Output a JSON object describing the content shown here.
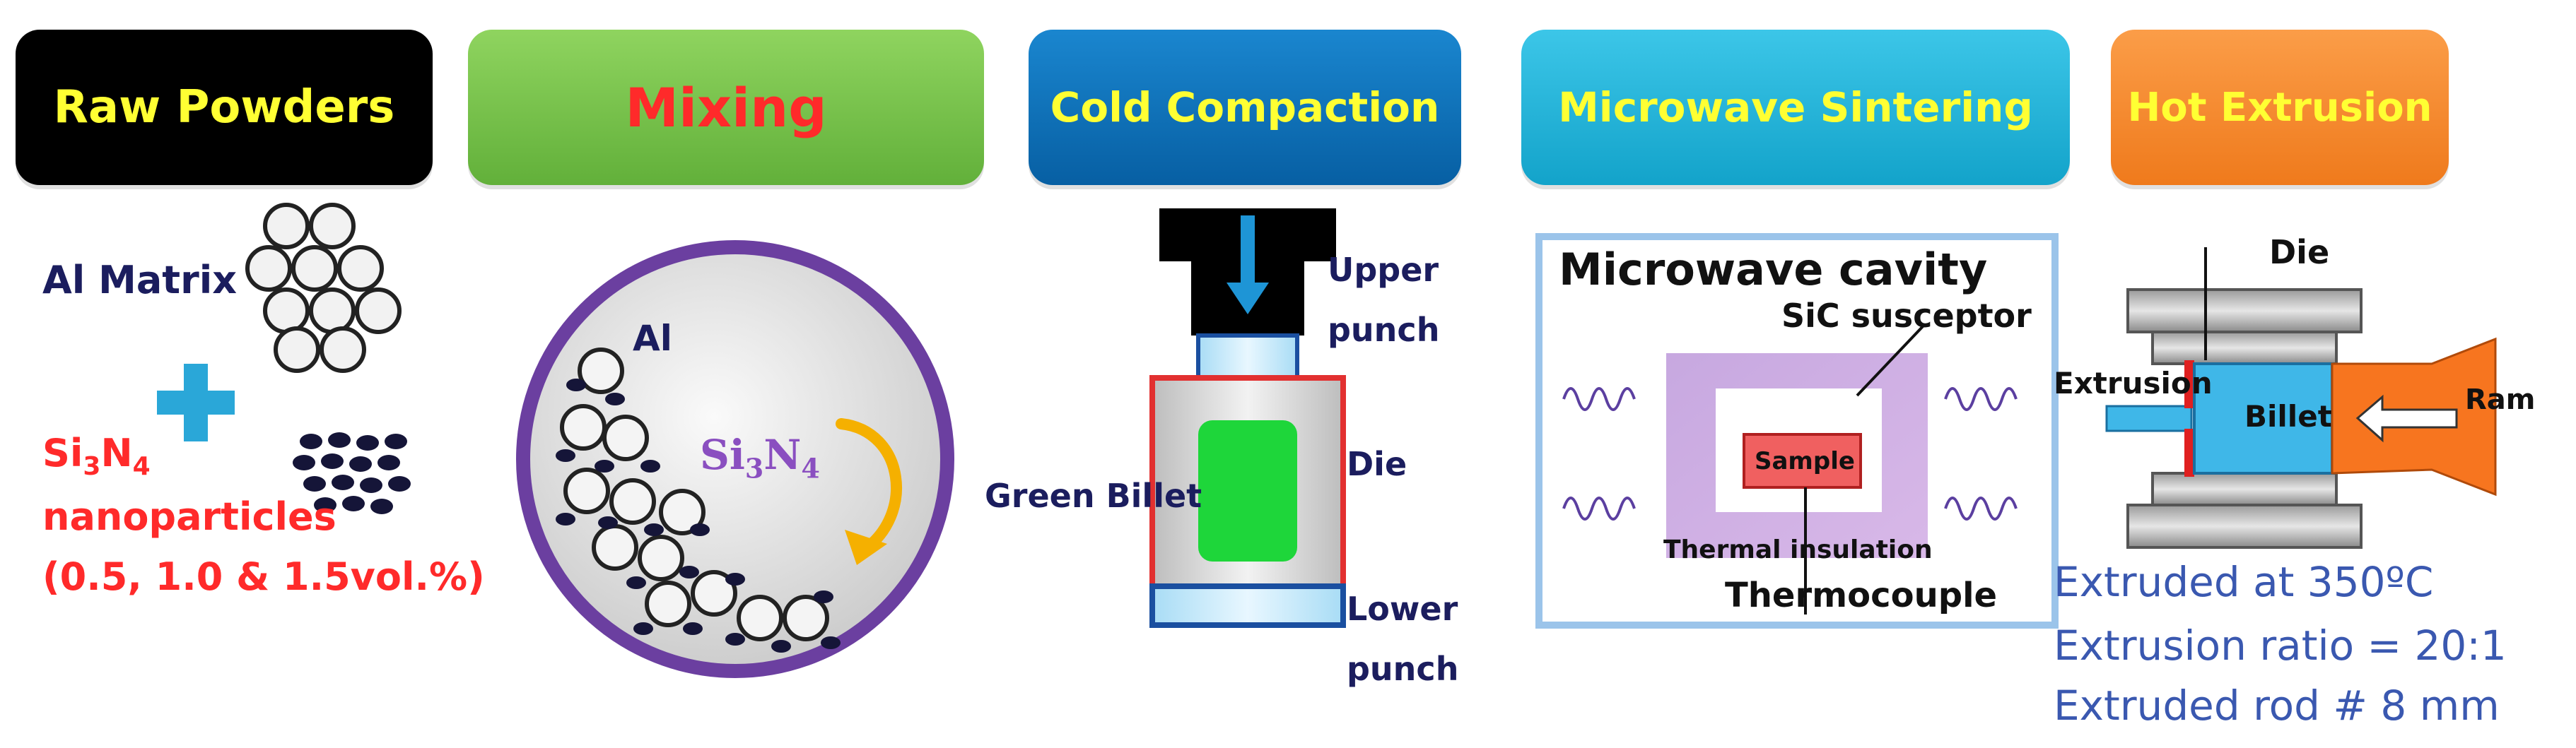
{
  "steps": [
    {
      "label": "Raw Powders",
      "color": "#000000",
      "text_color": "#ffff33"
    },
    {
      "label": "Mixing",
      "color": "#77c34a",
      "text_color": "#ff2a2a"
    },
    {
      "label": "Cold Compaction",
      "color": "#0b6fb8",
      "text_color": "#ffff33"
    },
    {
      "label": "Microwave Sintering",
      "color": "#1fb3d8",
      "text_color": "#ffff33"
    },
    {
      "label": "Hot Extrusion",
      "color": "#f7882a",
      "text_color": "#ffff33"
    }
  ],
  "raw_powders": {
    "matrix_label": "Al Matrix",
    "particle_line1_main": "Si",
    "particle_line1_sub1": "3",
    "particle_line1_mid": "N",
    "particle_line1_sub2": "4",
    "particle_line2": "nanoparticles",
    "particle_line3": "(0.5, 1.0 & 1.5vol.%)"
  },
  "mixing": {
    "al_label": "Al",
    "si_label_main": "Si",
    "si_label_sub1": "3",
    "si_label_mid": "N",
    "si_label_sub2": "4"
  },
  "compaction": {
    "upper_punch_1": "Upper",
    "upper_punch_2": "punch",
    "die": "Die",
    "green_billet": "Green Billet",
    "lower_punch_1": "Lower",
    "lower_punch_2": "punch"
  },
  "sintering": {
    "cavity": "Microwave cavity",
    "susceptor": "SiC susceptor",
    "sample": "Sample",
    "insulation": "Thermal insulation",
    "thermocouple": "Thermocouple"
  },
  "extrusion": {
    "die": "Die",
    "extrusion": "Extrusion",
    "billet": "Billet",
    "ram": "Ram",
    "note1": "Extruded at 350ºC",
    "note2": "Extrusion ratio = 20:1",
    "note3": "Extruded rod # 8 mm"
  }
}
